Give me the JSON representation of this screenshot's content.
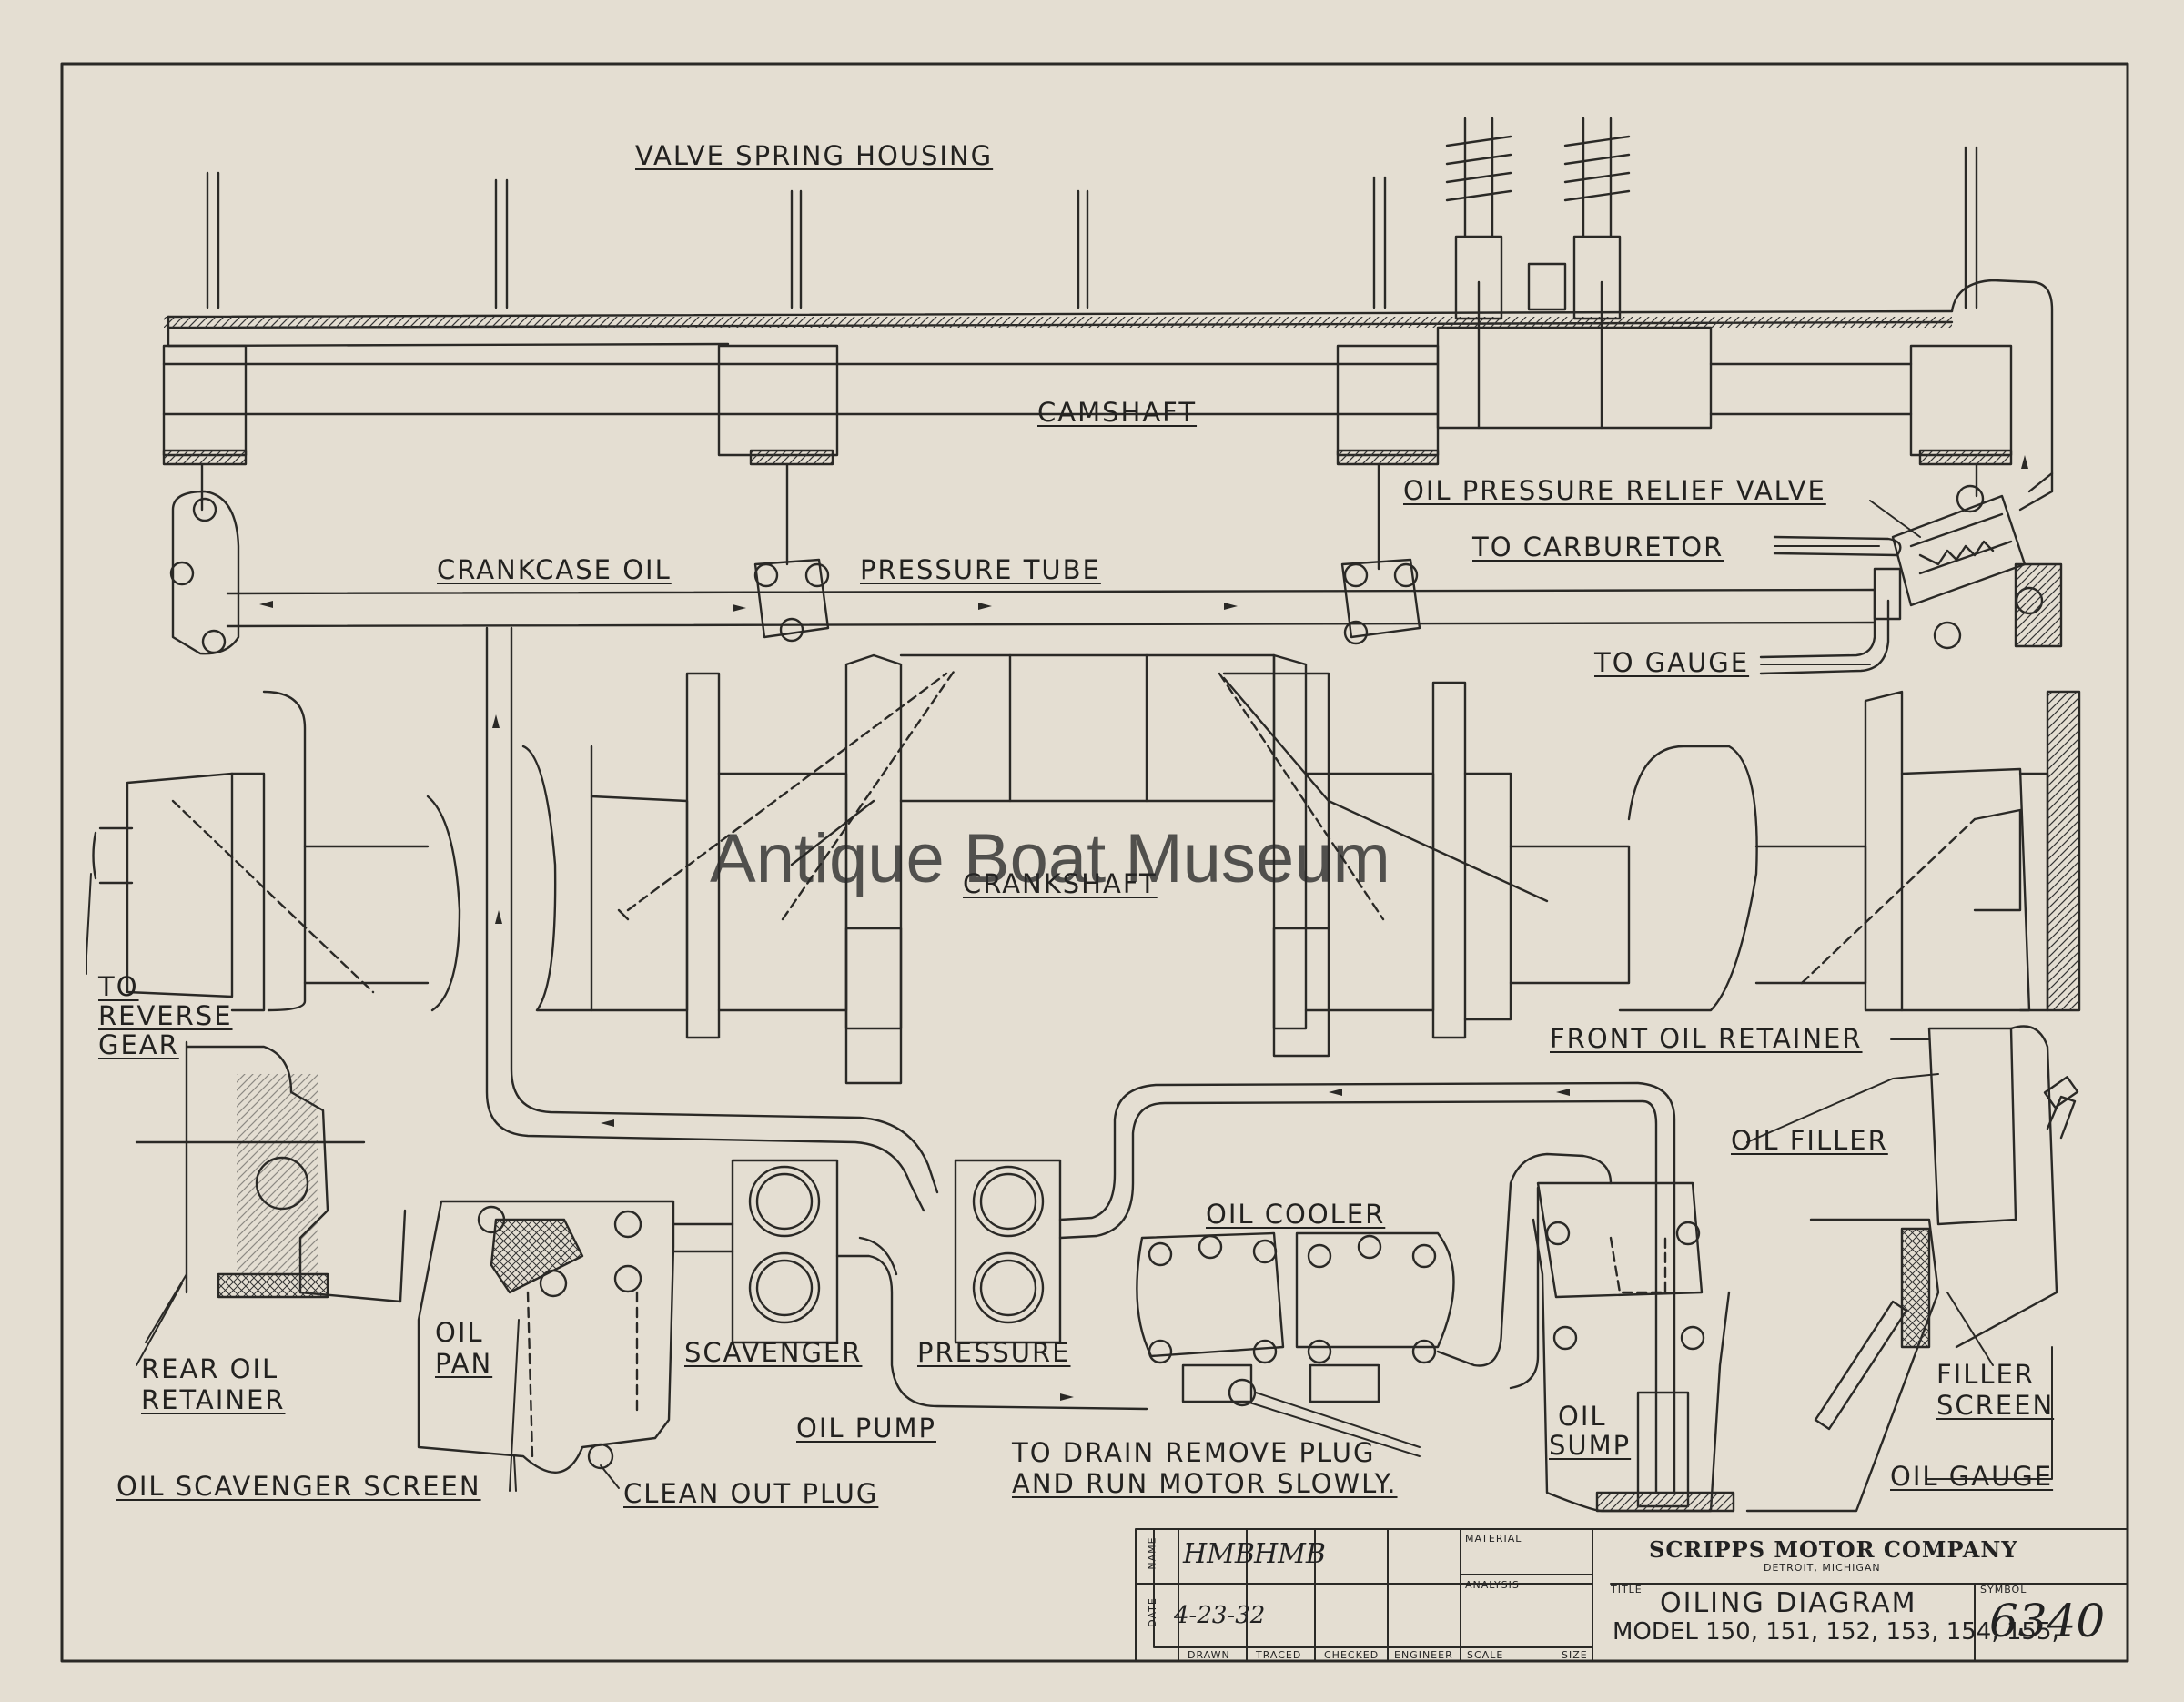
{
  "watermark": "Antique Boat Museum",
  "labels": {
    "valve_spring_housing": "VALVE SPRING HOUSING",
    "camshaft": "CAMSHAFT",
    "oil_pressure_relief_valve": "OIL PRESSURE RELIEF VALVE",
    "crankcase_oil": "CRANKCASE OIL",
    "pressure_tube": "PRESSURE TUBE",
    "to_carburetor": "TO CARBURETOR",
    "to_gauge": "TO GAUGE",
    "crankshaft": "CRANKSHAFT",
    "to_reverse_gear": [
      "TO",
      "REVERSE",
      "GEAR"
    ],
    "front_oil_retainer": "FRONT OIL RETAINER",
    "oil_filler": "OIL FILLER",
    "oil_cooler": "OIL COOLER",
    "rear_oil_retainer": [
      "REAR OIL",
      "RETAINER"
    ],
    "oil_pan": [
      "OIL",
      "PAN"
    ],
    "scavenger": "SCAVENGER",
    "pressure": "PRESSURE",
    "filler_screen": [
      "FILLER",
      "SCREEN"
    ],
    "oil_pump": "OIL PUMP",
    "to_drain": [
      "TO DRAIN REMOVE PLUG",
      "AND RUN MOTOR SLOWLY."
    ],
    "oil_sump": [
      "OIL",
      "SUMP"
    ],
    "oil_gauge": "OIL GAUGE",
    "oil_scavenger_screen": "OIL SCAVENGER SCREEN",
    "clean_out_plug": "CLEAN OUT PLUG"
  },
  "title_block": {
    "name_label": "NAME",
    "date_label": "DATE",
    "drawn_by": "HMB",
    "traced_by": "HMB",
    "date": "4-23-32",
    "col_drawn": "DRAWN",
    "col_traced": "TRACED",
    "col_checked": "CHECKED",
    "col_engineer": "ENGINEER",
    "col_scale": "SCALE",
    "col_size": "SIZE",
    "material_label": "MATERIAL",
    "analysis_label": "ANALYSIS",
    "company": "SCRIPPS MOTOR COMPANY",
    "city": "DETROIT, MICHIGAN",
    "title_label": "TITLE",
    "title": "OILING DIAGRAM",
    "models": "MODEL 150, 151, 152, 153, 154, 155,",
    "symbol_label": "SYMBOL",
    "symbol": "6340"
  }
}
